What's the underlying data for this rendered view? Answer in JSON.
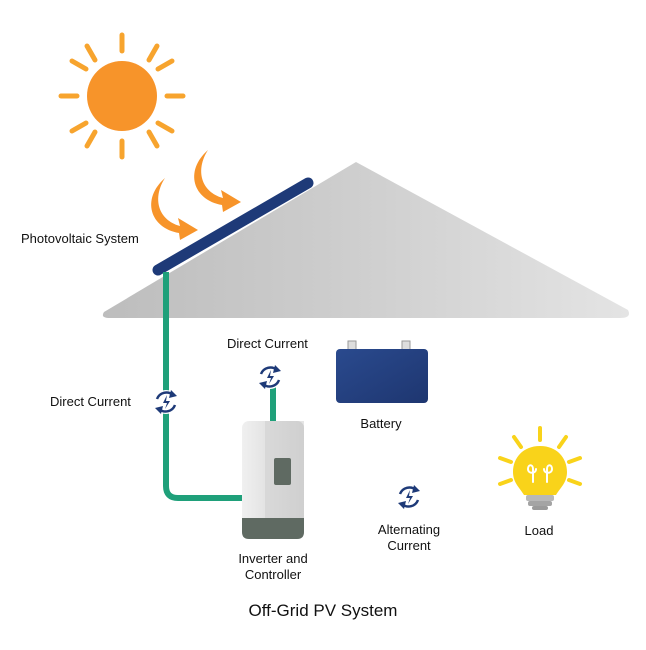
{
  "labels": {
    "photovoltaic": "Photovoltaic System",
    "dc_left": "Direct Current",
    "dc_top": "Direct Current",
    "battery": "Battery",
    "inverter_line1": "Inverter and",
    "inverter_line2": "Controller",
    "ac_line1": "Alternating",
    "ac_line2": "Current",
    "load": "Load",
    "caption": "Off-Grid PV System"
  },
  "icons": [
    "sun-icon",
    "sunlight-arrow-icon",
    "solar-panel-icon",
    "current-cycle-icon",
    "battery-icon",
    "inverter-icon",
    "light-bulb-icon"
  ],
  "colors": {
    "sun": "#f7942a",
    "ray": "#f7a42e",
    "roof": "#c8c8c8",
    "panel": "#1e3a78",
    "wire_green_dark": "#1fa07a",
    "wire_green_light": "#8cc63f",
    "battery": "#23407f",
    "inverter_body": "#e3e3e3",
    "inverter_base": "#5f6a62",
    "bulb": "#f9d31a"
  }
}
